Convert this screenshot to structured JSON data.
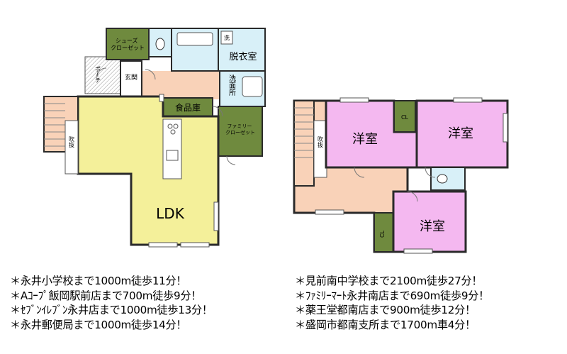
{
  "floor1": {
    "rooms": {
      "ldk": "LDK",
      "shoes_closet": "シューズ\nクローゼット",
      "porch": "ポーチ",
      "entrance": "玄関",
      "toilet": "",
      "wash": "洗",
      "dressing_room": "脱衣室",
      "washroom": "洗面所",
      "pantry": "食品庫",
      "family_closet": "ファミリー\nクローゼット",
      "void": "吹抜"
    }
  },
  "floor2": {
    "rooms": {
      "western_1": "洋室",
      "western_2": "洋室",
      "western_3": "洋室",
      "cl_1": "CL",
      "cl_2": "CL",
      "void": "吹抜"
    }
  },
  "colors": {
    "ldk": "#f4f09a",
    "corridor": "#f9d2b8",
    "western": "#f4b8f0",
    "closet": "#6f8a3e",
    "bath": "#d8f0f8",
    "wall": "#2a2a2a"
  },
  "notes_left": [
    "＊永井小学校まで1000m徒歩11分！",
    "＊Aｺｰﾌﾟ飯岡駅前店まで700m徒歩9分！",
    "＊ｾﾌﾞﾝｲﾚﾌﾞﾝ永井店まで1000m徒歩13分！",
    "＊永井郵便局まで1000m徒歩14分！"
  ],
  "notes_right": [
    "＊見前南中学校まで2100m徒歩27分！",
    "＊ﾌｧﾐﾘｰﾏｰﾄ永井南店まで690m徒歩9分！",
    "＊薬王堂都南店まで900m徒歩12分！",
    "＊盛岡市都南支所まで1700m車4分！"
  ]
}
